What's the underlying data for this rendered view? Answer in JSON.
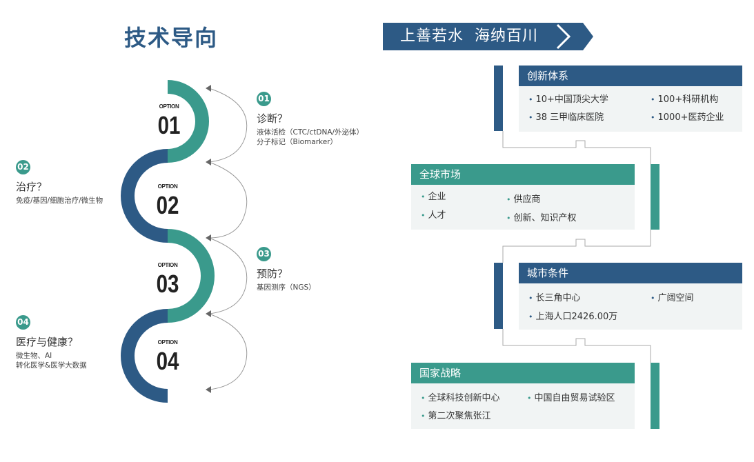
{
  "left": {
    "title": "技术导向",
    "options": [
      {
        "label": "OPTION",
        "num": "01"
      },
      {
        "label": "OPTION",
        "num": "02"
      },
      {
        "label": "OPTION",
        "num": "03"
      },
      {
        "label": "OPTION",
        "num": "04"
      }
    ],
    "items": [
      {
        "badge": "01",
        "question": "诊断？",
        "lines": [
          "液体活检（CTC/ctDNA/外泌体）",
          "分子标记（Biomarker）"
        ]
      },
      {
        "badge": "02",
        "question": "治疗？",
        "lines": [
          "免疫/基因/细胞治疗/微生物"
        ]
      },
      {
        "badge": "03",
        "question": "预防？",
        "lines": [
          "基因测序（NGS）"
        ]
      },
      {
        "badge": "04",
        "question": "医疗与健康？",
        "lines": [
          "微生物、AI",
          "转化医学&医学大数据"
        ]
      }
    ]
  },
  "right": {
    "banner": "上善若水  海纳百川",
    "boxes": [
      {
        "title": "创新体系",
        "items": [
          "10+中国顶尖大学",
          "100+科研机构",
          "38 三甲临床医院",
          "1000+医药企业"
        ]
      },
      {
        "title": "全球市场",
        "items": [
          "企业",
          "供应商",
          "人才",
          "创新、知识产权"
        ]
      },
      {
        "title": "城市条件",
        "items": [
          "长三角中心",
          "广阔空间",
          "上海人口2426.00万"
        ]
      },
      {
        "title": "国家战略",
        "items": [
          "全球科技创新中心",
          "中国自由贸易试验区",
          "第二次聚焦张江"
        ]
      }
    ]
  },
  "colors": {
    "navy": "#2d5a85",
    "teal": "#3a9a8c",
    "panel": "#f1f4f4"
  }
}
